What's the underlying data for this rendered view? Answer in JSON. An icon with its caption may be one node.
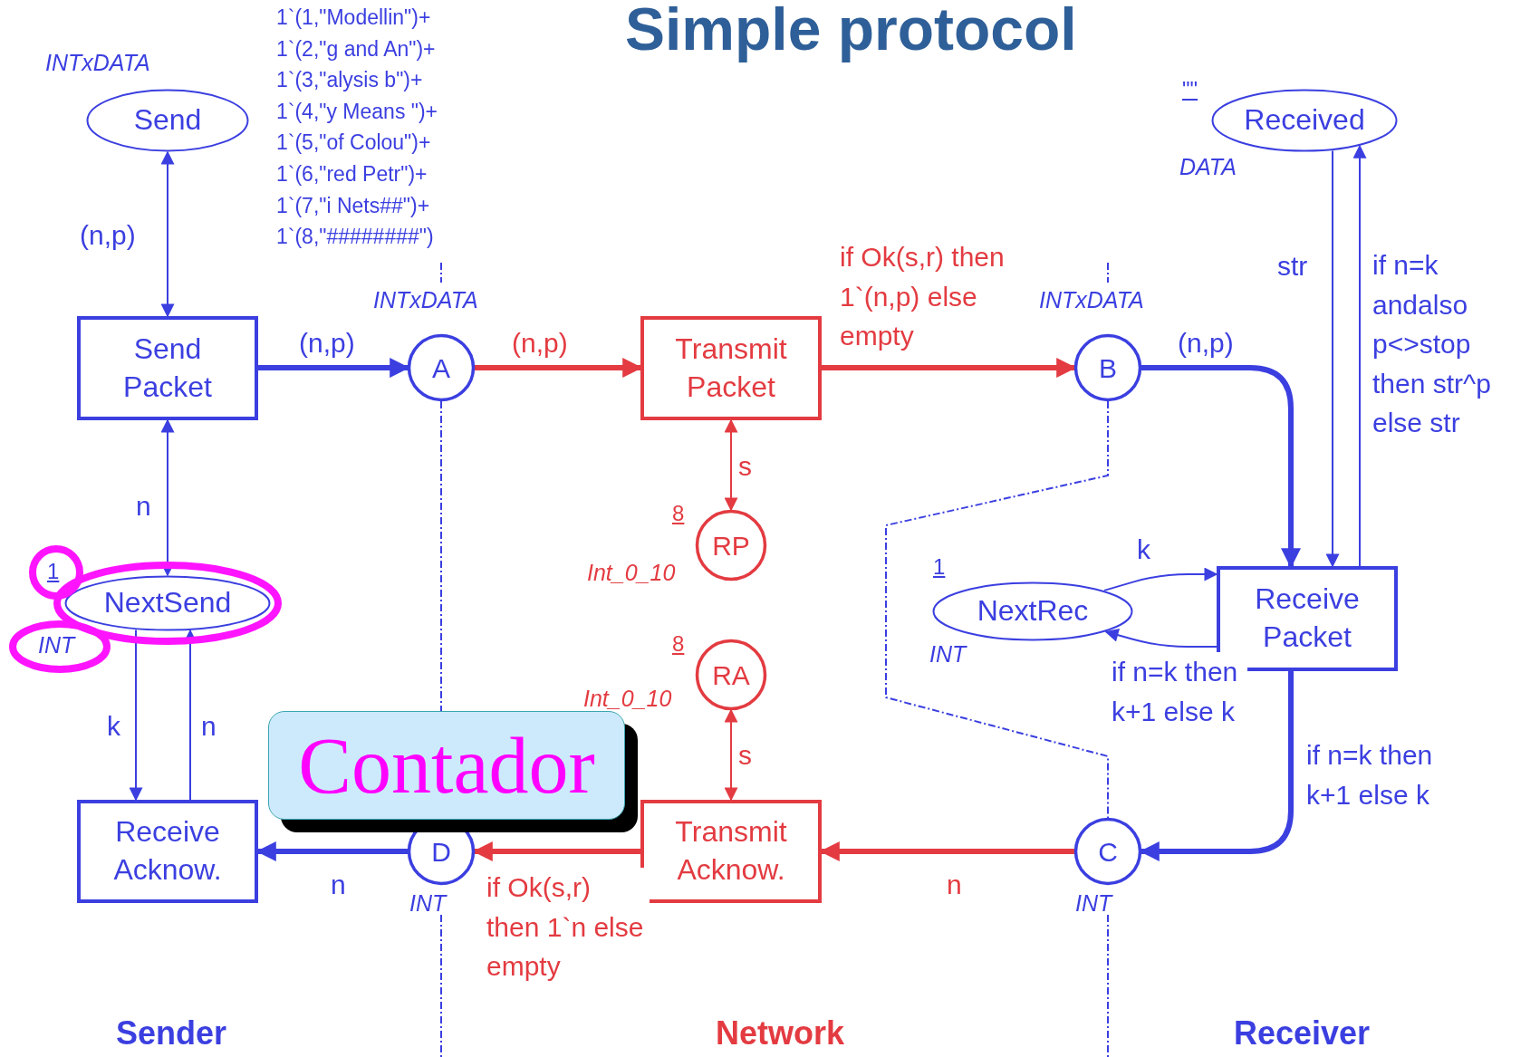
{
  "diagram": {
    "title": "Simple protocol",
    "nodes": [
      {
        "text": [
          "Send"
        ],
        "beside": [
          "INTxDATA",
          "1`(1,\"Modellin\")+",
          "1`(2,\"g and An\")+",
          "1`(3,\"alysis b\")+",
          "1`(4,\"y Means \")+",
          "1`(5,\"of Colou\")+",
          "1`(6,\"red Petr\")+",
          "1`(7,\"i Nets##\")+",
          "1`(8,\"########\")"
        ]
      },
      {
        "text": [
          "Received"
        ],
        "beside": [
          "\"\"",
          "DATA"
        ]
      },
      {
        "text": [
          "Send Packet"
        ]
      },
      {
        "text": [
          "A"
        ],
        "beside": [
          "INTxDATA"
        ]
      },
      {
        "text": [
          "Transmit Packet"
        ]
      },
      {
        "text": [
          "B"
        ],
        "beside": [
          "INTxDATA"
        ]
      },
      {
        "text": [
          "RP"
        ],
        "beside": [
          "8",
          "Int_0_10"
        ]
      },
      {
        "text": [
          "NextSend"
        ],
        "beside": [
          "1",
          "INT"
        ]
      },
      {
        "text": [
          "NextRec"
        ],
        "beside": [
          "1",
          "INT"
        ]
      },
      {
        "text": [
          "Receive Packet"
        ]
      },
      {
        "text": [
          "RA"
        ],
        "beside": [
          "8",
          "Int_0_10"
        ]
      },
      {
        "text": [
          "Receive Acknow."
        ]
      },
      {
        "text": [
          "D"
        ],
        "beside": [
          "INT"
        ]
      },
      {
        "text": [
          "Transmit Acknow."
        ]
      },
      {
        "text": [
          "C"
        ],
        "beside": [
          "INT"
        ]
      }
    ],
    "edges": [
      {
        "from": 0,
        "to": 2,
        "arrow": "both",
        "label": "(n,p)"
      },
      {
        "from": 2,
        "to": 3,
        "arrow": "to",
        "label": "(n,p)",
        "style": "thick"
      },
      {
        "from": 3,
        "to": 4,
        "arrow": "to",
        "label": "(n,p)",
        "style": "thick",
        "color": "#e33b41"
      },
      {
        "from": 4,
        "to": 5,
        "arrow": "to",
        "label": "if Ok(s,r) then 1`(n,p) else empty",
        "style": "thick",
        "color": "#e33b41"
      },
      {
        "from": 5,
        "to": 9,
        "arrow": "to",
        "label": "(n,p)",
        "style": "thick"
      },
      {
        "from": 4,
        "to": 6,
        "arrow": "both",
        "label": "s",
        "color": "#e33b41"
      },
      {
        "from": 2,
        "to": 7,
        "arrow": "both",
        "label": "n"
      },
      {
        "from": 1,
        "to": 9,
        "arrow": "to",
        "label": "str"
      },
      {
        "from": 9,
        "to": 1,
        "arrow": "to",
        "label": "if n=k andalso p<>stop then str^p else str"
      },
      {
        "from": 8,
        "to": 9,
        "arrow": "to",
        "label": "k"
      },
      {
        "from": 9,
        "to": 8,
        "arrow": "to",
        "label": "if n=k then k+1 else k"
      },
      {
        "from": 9,
        "to": 14,
        "arrow": "to",
        "label": "if n=k then k+1 else k",
        "style": "thick"
      },
      {
        "from": 14,
        "to": 13,
        "arrow": "to",
        "label": "n",
        "style": "thick",
        "color": "#e33b41"
      },
      {
        "from": 10,
        "to": 13,
        "arrow": "both",
        "label": "s",
        "color": "#e33b41"
      },
      {
        "from": 13,
        "to": 12,
        "arrow": "to",
        "label": "if Ok(s,r) then 1`n else empty",
        "style": "thick",
        "color": "#e33b41"
      },
      {
        "from": 12,
        "to": 11,
        "arrow": "to",
        "label": "n",
        "style": "thick"
      },
      {
        "from": 7,
        "to": 11,
        "arrow": "to",
        "label": "k"
      },
      {
        "from": 11,
        "to": 7,
        "arrow": "to",
        "label": "n"
      }
    ],
    "labels": [
      "Sender",
      "Network",
      "Receiver",
      "Contador"
    ]
  }
}
